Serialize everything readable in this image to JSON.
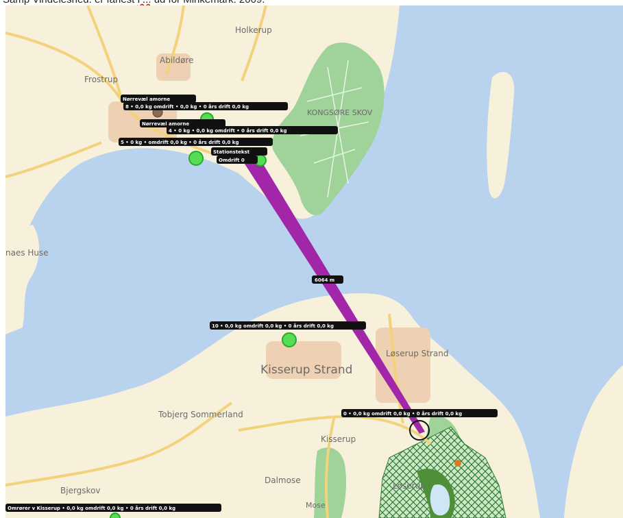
{
  "caption": {
    "prefix": "Samp Vindeleshed. er farlest ",
    "highlight": "F...",
    "suffix": " ud for Minkemark. 2009."
  },
  "map": {
    "colors": {
      "water": "#b9d3ef",
      "land": "#f7f1dc",
      "forest": "#9fd39a",
      "road": "#f2d27a",
      "town": "#eed0b2",
      "route": "#a227a8",
      "station_fill": "#55dd55",
      "label_bg": "#111111",
      "hatch": "#2e7d32"
    },
    "places": {
      "holkerup": "Holkerup",
      "abildore": "Abildøre",
      "frostrup": "Frostrup",
      "kongsore_skov": "KONGSØRE SKOV",
      "naes_huse": "naes Huse",
      "losrup_strand": "Løserup Strand",
      "kisserup_strand": "Kisserup Strand",
      "tobjerg": "Tobjerg Sommerland",
      "kisserup": "Kisserup",
      "dalmose": "Dalmose",
      "bjergskov": "Bjergskov",
      "loserup": "Løserup",
      "mose": "Mose"
    },
    "annotations": {
      "top_a": "Nørrevæl amorne",
      "top_b": "8 • 0,0 kg omdrift • 0,0 kg • 0 års drift 0,0 kg",
      "top_c": "Nørrevæl amorne",
      "top_d": "4 • 0 kg • 0,0 kg omdrift • 0 års drift 0,0 kg",
      "top_e": "5 • 0 kg • omdrift 0,0 kg • 0 års drift 0,0 kg",
      "top_f": "Stationstekst",
      "top_g": "Omdrift 0",
      "mid_route": "6064 m",
      "mid_station": "10 • 0,0 kg omdrift 0,0 kg • 0 års drift 0,0 kg",
      "south_station": "0 • 0,0 kg omdrift 0,0 kg • 0 års drift 0,0 kg",
      "bottom_left": "Omrører v Kisserup • 0,0 kg omdrift 0,0 kg • 0 års drift 0,0 kg"
    }
  }
}
